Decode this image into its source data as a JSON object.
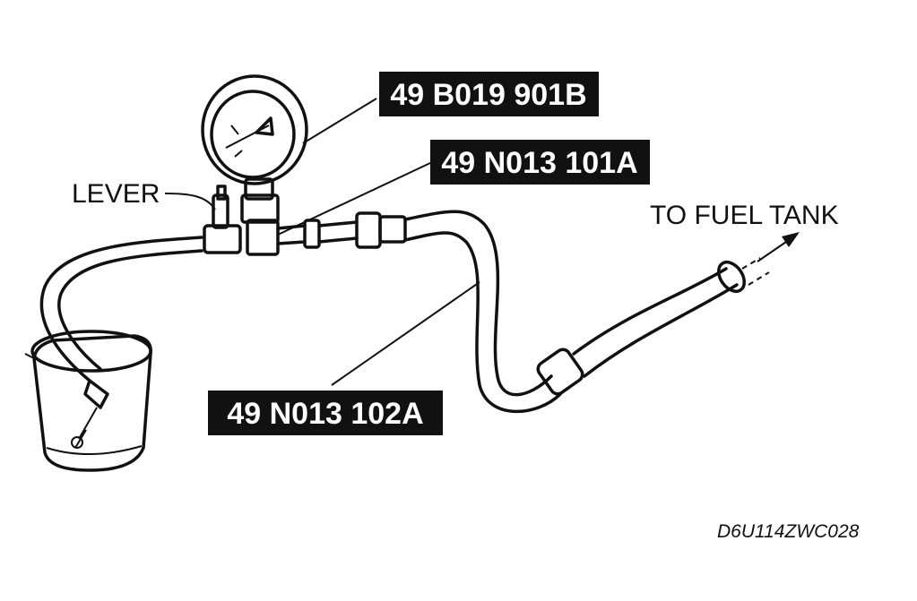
{
  "labels": {
    "gauge_part": "49 B019 901B",
    "adapter_part": "49 N013 101A",
    "hose_part": "49 N013 102A",
    "lever": "LEVER",
    "to_fuel_tank": "TO FUEL TANK",
    "figure_code": "D6U114ZWC028"
  }
}
